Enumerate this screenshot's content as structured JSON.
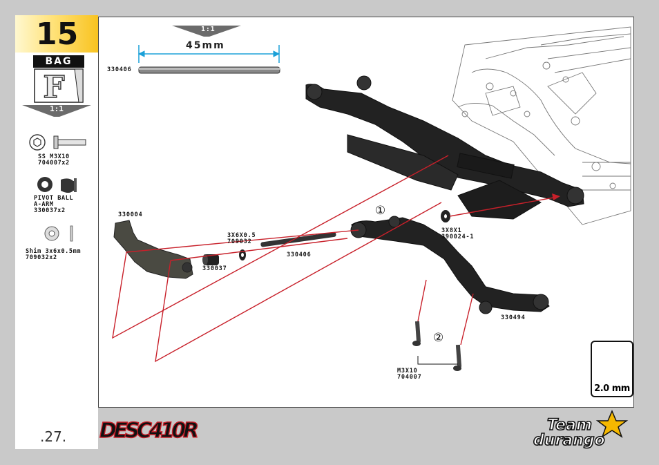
{
  "step": {
    "number": "15"
  },
  "bag": {
    "label": "BAG",
    "letter": "F"
  },
  "scale_left": "1:1",
  "parts_list": [
    {
      "name": "SS M3X10",
      "code": "704007x2"
    },
    {
      "name": "PIVOT BALL\nA-ARM",
      "code": "330037x2"
    },
    {
      "name": "Shim 3x6x0.5mm",
      "code": "709032x2"
    }
  ],
  "diagram": {
    "scale": "1:1",
    "dimension": "45mm",
    "parts": {
      "pin_ref": "330406",
      "pin": "330406",
      "block": "330004",
      "ball": "330037",
      "shim": "3X6X0.5\n709032",
      "washer": "3X8X1\n390024-1",
      "arm": "330494",
      "screw": "M3X10\n704007"
    },
    "steps": [
      "①",
      "②"
    ]
  },
  "tool": {
    "size": "2.0 mm"
  },
  "footer": {
    "page": ".27.",
    "brand": "DESC410R",
    "team_top": "Team",
    "team_bottom": "durango"
  },
  "colors": {
    "accent": "#f8c320",
    "leader": "#c8202a",
    "dimension": "#1aa0d8"
  }
}
